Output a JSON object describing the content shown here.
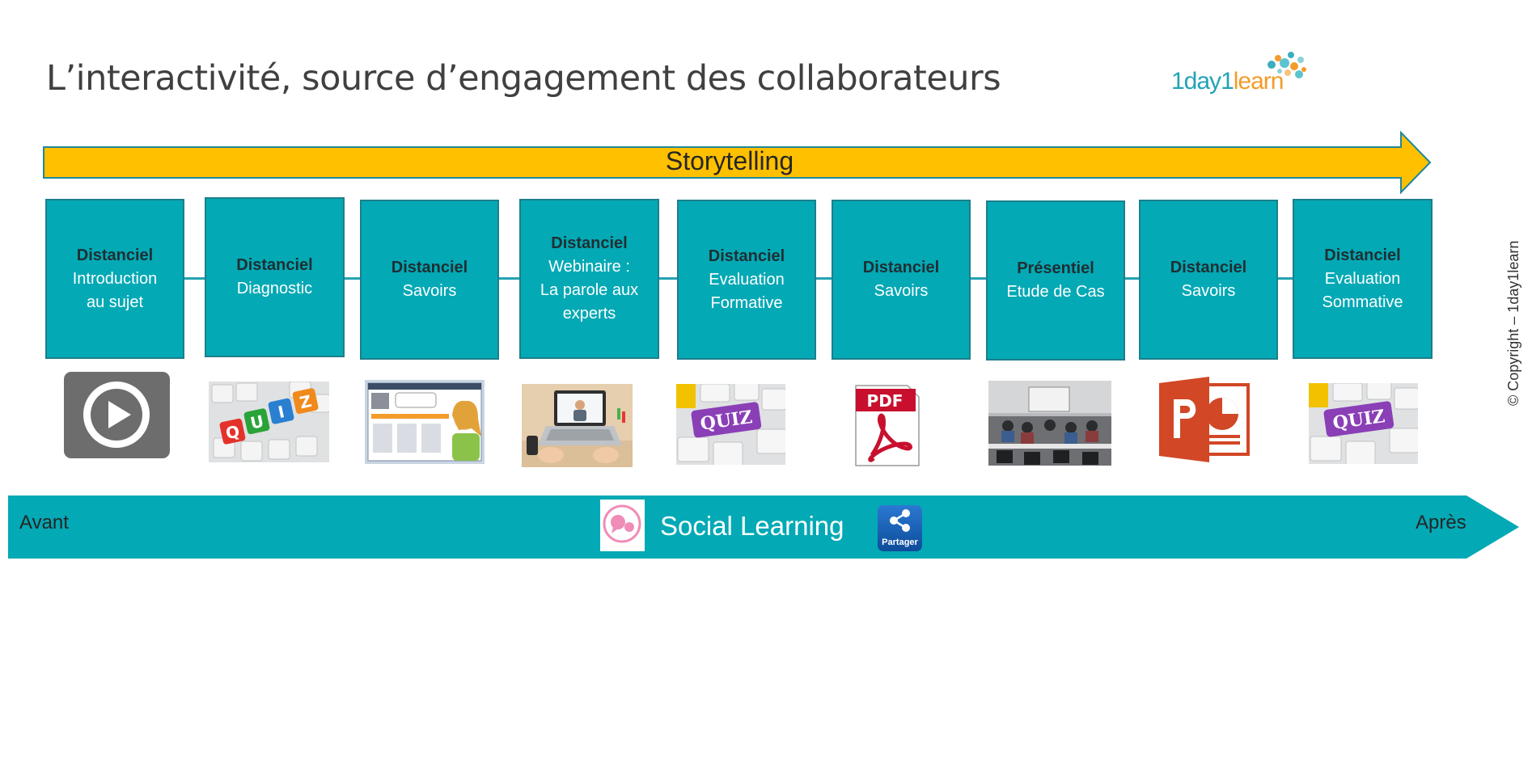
{
  "header": {
    "title": "L’interactivité, source d’engagement des collaborateurs",
    "logo": {
      "part1": "1day",
      "part2": "1",
      "part3": "learn"
    },
    "copyright": "© Copyright – 1day1learn"
  },
  "storytelling": {
    "label": "Storytelling",
    "color": "#ffc000",
    "border": "#20879a"
  },
  "steps": [
    {
      "title": "Distanciel",
      "subtitle": "Introduction\nau sujet",
      "media": "video-play-icon"
    },
    {
      "title": "Distanciel",
      "subtitle": "Diagnostic",
      "media": "quiz-keyboard-image"
    },
    {
      "title": "Distanciel",
      "subtitle": "Savoirs",
      "media": "elearning-scenario-image"
    },
    {
      "title": "Distanciel",
      "subtitle": "Webinaire :\nLa parole aux\nexperts",
      "media": "laptop-webinar-image"
    },
    {
      "title": "Distanciel",
      "subtitle": "Evaluation\nFormative",
      "media": "quiz-key-image"
    },
    {
      "title": "Distanciel",
      "subtitle": "Savoirs",
      "media": "pdf-icon"
    },
    {
      "title": "Présentiel",
      "subtitle": "Etude de Cas",
      "media": "classroom-photo"
    },
    {
      "title": "Distanciel",
      "subtitle": "Savoirs",
      "media": "powerpoint-icon"
    },
    {
      "title": "Distanciel",
      "subtitle": "Evaluation\nSommative",
      "media": "quiz-key-image"
    }
  ],
  "quiz_letters": [
    "Q",
    "U",
    "I",
    "Z"
  ],
  "quiz_key_label": "QUIZ",
  "pdf_label": "PDF",
  "social": {
    "before": "Avant",
    "after": "Après",
    "label": "Social Learning",
    "share_label": "Partager",
    "color": "#03a9b5"
  }
}
